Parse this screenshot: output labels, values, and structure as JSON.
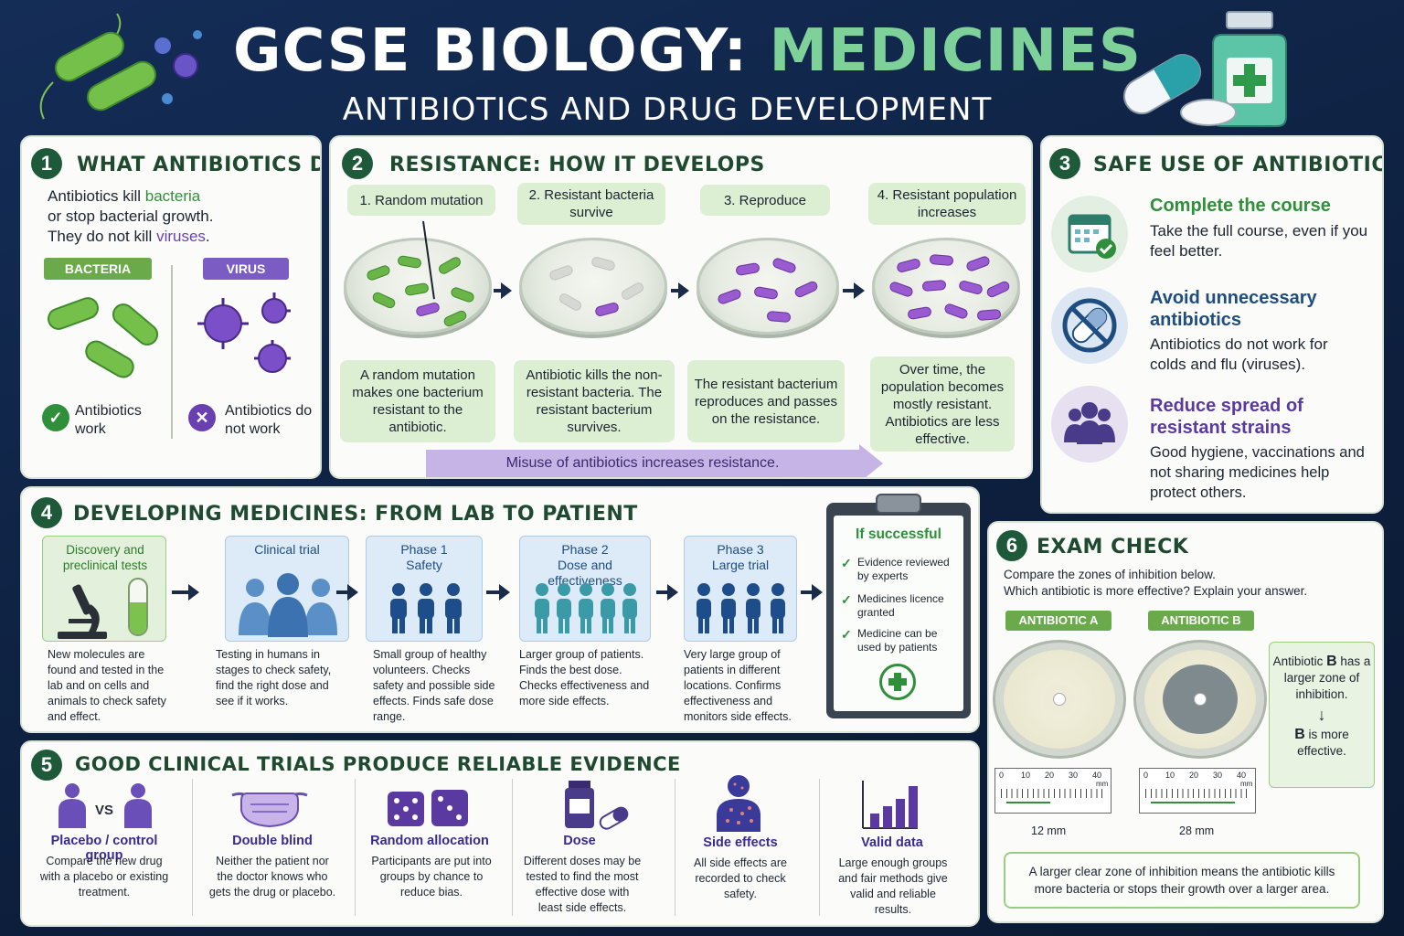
{
  "header": {
    "title_part1": "GCSE BIOLOGY: ",
    "title_part2": "MEDICINES",
    "subtitle": "ANTIBIOTICS AND DRUG DEVELOPMENT"
  },
  "colors": {
    "background": "#0f2447",
    "accent_green": "#2f8f3a",
    "accent_purple": "#6a3fb0",
    "accent_blue": "#1e4d80"
  },
  "s1": {
    "num": "1",
    "title": "WHAT ANTIBIOTICS DO",
    "text_a": "Antibiotics kill ",
    "text_b": "bacteria",
    "text_c": "or stop bacterial growth.",
    "text_d": "They do not kill ",
    "text_e": "viruses",
    "text_f": ".",
    "bacteria_label": "BACTERIA",
    "virus_label": "VIRUS",
    "work": "Antibiotics work",
    "not_work": "Antibiotics do not work"
  },
  "s2": {
    "num": "2",
    "title": "RESISTANCE: HOW IT DEVELOPS",
    "steps": [
      {
        "label": "1. Random mutation",
        "desc": "A random mutation makes one bacterium resistant to the antibiotic."
      },
      {
        "label": "2. Resistant bacteria survive",
        "desc": "Antibiotic kills the non-resistant bacteria. The resistant bacterium survives."
      },
      {
        "label": "3. Reproduce",
        "desc": "The resistant bacterium reproduces and passes on the resistance."
      },
      {
        "label": "4. Resistant population increases",
        "desc": "Over time, the population becomes mostly resistant. Antibiotics are less effective."
      }
    ],
    "misuse": "Misuse of antibiotics increases resistance."
  },
  "s3": {
    "num": "3",
    "title": "SAFE USE OF ANTIBIOTICS",
    "items": [
      {
        "title": "Complete the course",
        "text": "Take the full course, even if you feel better."
      },
      {
        "title": "Avoid unnecessary antibiotics",
        "text": "Antibiotics do not work for colds and flu (viruses)."
      },
      {
        "title": "Reduce spread of resistant strains",
        "text": "Good hygiene, vaccinations and not sharing medicines help protect others."
      }
    ]
  },
  "s4": {
    "num": "4",
    "title": "DEVELOPING MEDICINES: FROM LAB TO PATIENT",
    "stages": [
      {
        "title": "Discovery and preclinical tests",
        "desc": "New molecules are found and tested in the lab and on cells and animals to check safety and effect."
      },
      {
        "title": "Clinical trial",
        "desc": "Testing in humans in stages to check safety, find the right dose and see if it works."
      },
      {
        "title": "Phase 1",
        "sub": "Safety",
        "desc": "Small group of healthy volunteers. Checks safety and possible side effects. Finds safe dose range."
      },
      {
        "title": "Phase 2",
        "sub": "Dose and effectiveness",
        "desc": "Larger group of patients. Finds the best dose. Checks effectiveness and more side effects."
      },
      {
        "title": "Phase 3",
        "sub": "Large trial",
        "desc": "Very large group of patients in different locations. Confirms effectiveness and monitors side effects."
      }
    ],
    "success_title": "If successful",
    "success_items": [
      "Evidence reviewed by experts",
      "Medicines licence granted",
      "Medicine can be used by patients"
    ]
  },
  "s5": {
    "num": "5",
    "title": "GOOD CLINICAL TRIALS PRODUCE RELIABLE EVIDENCE",
    "vs": "VS",
    "items": [
      {
        "title": "Placebo / control group",
        "text": "Compare the new drug with a placebo or existing treatment."
      },
      {
        "title": "Double blind",
        "text": "Neither the patient nor the doctor knows who gets the drug or placebo."
      },
      {
        "title": "Random allocation",
        "text": "Participants are put into groups by chance to reduce bias."
      },
      {
        "title": "Dose",
        "text": "Different doses may be tested to find the most effective dose with least side effects."
      },
      {
        "title": "Side effects",
        "text": "All side effects are recorded to check safety."
      },
      {
        "title": "Valid data",
        "text": "Large enough groups and fair methods give valid and reliable results."
      }
    ]
  },
  "s6": {
    "num": "6",
    "title": "EXAM CHECK",
    "q1": "Compare the zones of inhibition below.",
    "q2": "Which antibiotic is more effective? Explain your answer.",
    "a_label": "ANTIBIOTIC A",
    "b_label": "ANTIBIOTIC B",
    "ruler_ticks": [
      "0",
      "10",
      "20",
      "30",
      "40"
    ],
    "ruler_unit": "mm",
    "a_zone": "12 mm",
    "b_zone": "28 mm",
    "answer_1a": "Antibiotic ",
    "answer_1b": "B",
    "answer_1c": " has a larger zone of inhibition.",
    "answer_2a": "B",
    "answer_2b": " is more effective.",
    "note": "A larger clear zone of inhibition means the antibiotic kills more bacteria or stops their growth over a larger area.",
    "zone_a_value": 12,
    "zone_b_value": 28
  }
}
